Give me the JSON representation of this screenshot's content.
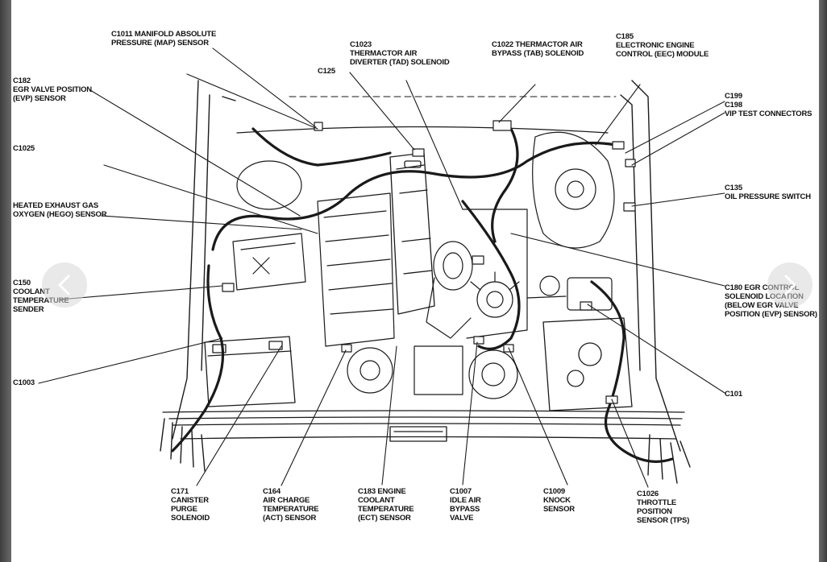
{
  "diagram": {
    "labels": [
      {
        "id": "c1011",
        "text": "C1011 MANIFOLD ABSOLUTE\nPRESSURE (MAP) SENSOR"
      },
      {
        "id": "c1023",
        "text": "C1023\nTHERMACTOR AIR\nDIVERTER (TAD) SOLENOID"
      },
      {
        "id": "c1022",
        "text": "C1022 THERMACTOR AIR\nBYPASS (TAB) SOLENOID"
      },
      {
        "id": "c185",
        "text": "C185\nELECTRONIC ENGINE\nCONTROL (EEC) MODULE"
      },
      {
        "id": "c182",
        "text": "C182\nEGR VALVE POSITION\n(EVP) SENSOR"
      },
      {
        "id": "c125",
        "text": "C125"
      },
      {
        "id": "c199",
        "text": "C199\nC198\nVIP TEST CONNECTORS"
      },
      {
        "id": "c1025",
        "text": "C1025"
      },
      {
        "id": "c135",
        "text": "C135\nOIL PRESSURE SWITCH"
      },
      {
        "id": "hego",
        "text": "HEATED EXHAUST GAS\nOXYGEN (HEGO) SENSOR"
      },
      {
        "id": "c150",
        "text": "C150\nCOOLANT\nTEMPERATURE\nSENDER"
      },
      {
        "id": "c180",
        "text": "C180 EGR CONTROL\nSOLENOID LOCATION\n(BELOW EGR VALVE\nPOSITION (EVP) SENSOR)"
      },
      {
        "id": "c1003",
        "text": "C1003"
      },
      {
        "id": "c101",
        "text": "C101"
      },
      {
        "id": "c171",
        "text": "C171\nCANISTER\nPURGE\nSOLENOID"
      },
      {
        "id": "c164",
        "text": "C164\nAIR CHARGE\nTEMPERATURE\n(ACT) SENSOR"
      },
      {
        "id": "c183",
        "text": "C183 ENGINE\nCOOLANT\nTEMPERATURE\n(ECT) SENSOR"
      },
      {
        "id": "c1007",
        "text": "C1007\nIDLE AIR\nBYPASS\nVALVE"
      },
      {
        "id": "c1009",
        "text": "C1009\nKNOCK\nSENSOR"
      },
      {
        "id": "c1026",
        "text": "C1026\nTHROTTLE\nPOSITION\nSENSOR (TPS)"
      }
    ]
  },
  "viewer": {
    "prev_icon": "chevron-left-icon",
    "next_icon": "chevron-right-icon"
  }
}
